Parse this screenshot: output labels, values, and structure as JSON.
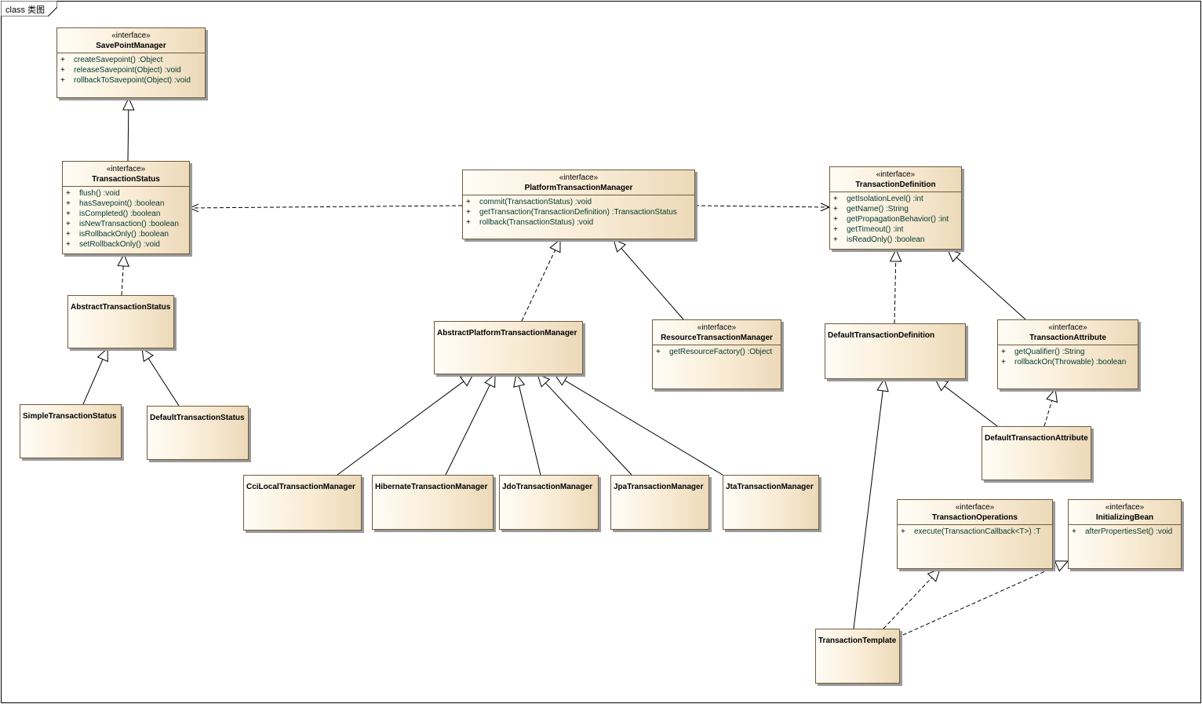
{
  "frame": {
    "label": "class 类图"
  },
  "classes": {
    "savepoint_manager": {
      "stereotype": "«interface»",
      "name": "SavePointManager",
      "ops": [
        {
          "vis": "+",
          "sig": "createSavepoint()  :Object"
        },
        {
          "vis": "+",
          "sig": "releaseSavepoint(Object)  :void"
        },
        {
          "vis": "+",
          "sig": "rollbackToSavepoint(Object)  :void"
        }
      ]
    },
    "transaction_status": {
      "stereotype": "«interface»",
      "name": "TransactionStatus",
      "ops": [
        {
          "vis": "+",
          "sig": "flush()  :void"
        },
        {
          "vis": "+",
          "sig": "hasSavepoint()  :boolean"
        },
        {
          "vis": "+",
          "sig": "isCompleted()  :boolean"
        },
        {
          "vis": "+",
          "sig": "isNewTransaction()  :boolean"
        },
        {
          "vis": "+",
          "sig": "isRollbackOnly()  :boolean"
        },
        {
          "vis": "+",
          "sig": "setRollbackOnly()  :void"
        }
      ]
    },
    "abstract_transaction_status": {
      "name": "AbstractTransactionStatus"
    },
    "simple_transaction_status": {
      "name": "SimpleTransactionStatus"
    },
    "default_transaction_status": {
      "name": "DefaultTransactionStatus"
    },
    "platform_transaction_manager": {
      "stereotype": "«interface»",
      "name": "PlatformTransactionManager",
      "ops": [
        {
          "vis": "+",
          "sig": "commit(TransactionStatus)  :void"
        },
        {
          "vis": "+",
          "sig": "getTransaction(TransactionDefinition)  :TransactionStatus"
        },
        {
          "vis": "+",
          "sig": "rollback(TransactionStatus)  :void"
        }
      ]
    },
    "abstract_platform_transaction_manager": {
      "name": "AbstractPlatformTransactionManager"
    },
    "resource_transaction_manager": {
      "stereotype": "«interface»",
      "name": "ResourceTransactionManager",
      "ops": [
        {
          "vis": "+",
          "sig": "getResourceFactory()  :Object"
        }
      ]
    },
    "cci_local_transaction_manager": {
      "name": "CciLocalTransactionManager"
    },
    "hibernate_transaction_manager": {
      "name": "HibernateTransactionManager"
    },
    "jdo_transaction_manager": {
      "name": "JdoTransactionManager"
    },
    "jpa_transaction_manager": {
      "name": "JpaTransactionManager"
    },
    "jta_transaction_manager": {
      "name": "JtaTransactionManager"
    },
    "transaction_definition": {
      "stereotype": "«interface»",
      "name": "TransactionDefinition",
      "ops": [
        {
          "vis": "+",
          "sig": "getIsolationLevel()  :int"
        },
        {
          "vis": "+",
          "sig": "getName()  :String"
        },
        {
          "vis": "+",
          "sig": "getPropagationBehavior()  :int"
        },
        {
          "vis": "+",
          "sig": "getTimeout()  :int"
        },
        {
          "vis": "+",
          "sig": "isReadOnly()  :boolean"
        }
      ]
    },
    "default_transaction_definition": {
      "name": "DefaultTransactionDefinition"
    },
    "transaction_attribute": {
      "stereotype": "«interface»",
      "name": "TransactionAttribute",
      "ops": [
        {
          "vis": "+",
          "sig": "getQualifier()  :String"
        },
        {
          "vis": "+",
          "sig": "rollbackOn(Throwable)  :boolean"
        }
      ]
    },
    "default_transaction_attribute": {
      "name": "DefaultTransactionAttribute"
    },
    "transaction_operations": {
      "stereotype": "«interface»",
      "name": "TransactionOperations",
      "ops": [
        {
          "vis": "+",
          "sig": "execute(TransactionCallback<T>)  :T"
        }
      ]
    },
    "initializing_bean": {
      "stereotype": "«interface»",
      "name": "InitializingBean",
      "ops": [
        {
          "vis": "+",
          "sig": "afterPropertiesSet()  :void"
        }
      ]
    },
    "transaction_template": {
      "name": "TransactionTemplate"
    }
  },
  "relationships": [
    {
      "from": "transaction_status",
      "to": "savepoint_manager",
      "kind": "generalization"
    },
    {
      "from": "abstract_transaction_status",
      "to": "transaction_status",
      "kind": "realization"
    },
    {
      "from": "simple_transaction_status",
      "to": "abstract_transaction_status",
      "kind": "generalization"
    },
    {
      "from": "default_transaction_status",
      "to": "abstract_transaction_status",
      "kind": "generalization"
    },
    {
      "from": "platform_transaction_manager",
      "to": "transaction_status",
      "kind": "dependency"
    },
    {
      "from": "platform_transaction_manager",
      "to": "transaction_definition",
      "kind": "dependency"
    },
    {
      "from": "abstract_platform_transaction_manager",
      "to": "platform_transaction_manager",
      "kind": "realization"
    },
    {
      "from": "resource_transaction_manager",
      "to": "platform_transaction_manager",
      "kind": "generalization"
    },
    {
      "from": "cci_local_transaction_manager",
      "to": "abstract_platform_transaction_manager",
      "kind": "generalization"
    },
    {
      "from": "hibernate_transaction_manager",
      "to": "abstract_platform_transaction_manager",
      "kind": "generalization"
    },
    {
      "from": "jdo_transaction_manager",
      "to": "abstract_platform_transaction_manager",
      "kind": "generalization"
    },
    {
      "from": "jpa_transaction_manager",
      "to": "abstract_platform_transaction_manager",
      "kind": "generalization"
    },
    {
      "from": "jta_transaction_manager",
      "to": "abstract_platform_transaction_manager",
      "kind": "generalization"
    },
    {
      "from": "default_transaction_definition",
      "to": "transaction_definition",
      "kind": "realization"
    },
    {
      "from": "transaction_attribute",
      "to": "transaction_definition",
      "kind": "generalization"
    },
    {
      "from": "default_transaction_attribute",
      "to": "default_transaction_definition",
      "kind": "generalization"
    },
    {
      "from": "default_transaction_attribute",
      "to": "transaction_attribute",
      "kind": "realization"
    },
    {
      "from": "transaction_template",
      "to": "default_transaction_definition",
      "kind": "generalization"
    },
    {
      "from": "transaction_template",
      "to": "transaction_operations",
      "kind": "realization"
    },
    {
      "from": "transaction_template",
      "to": "initializing_bean",
      "kind": "realization"
    }
  ]
}
